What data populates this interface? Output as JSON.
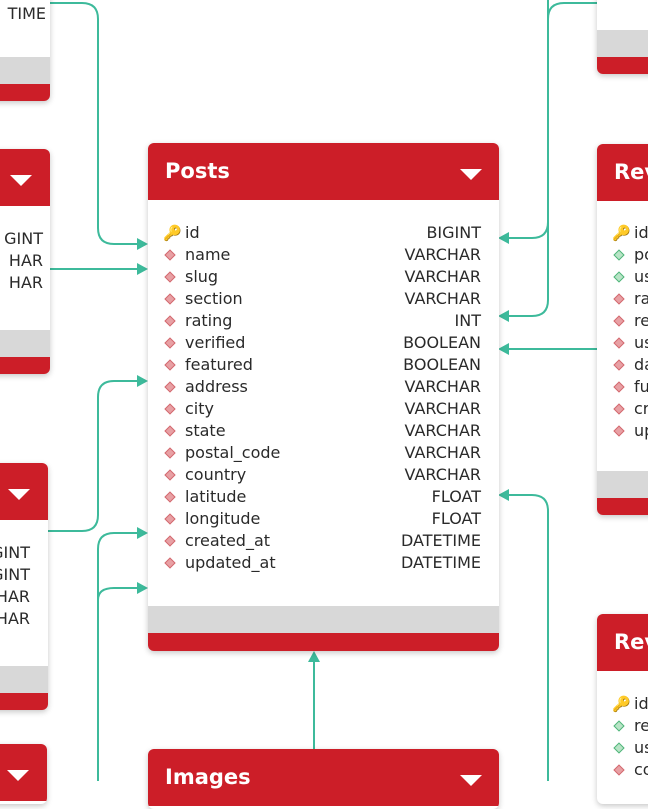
{
  "colors": {
    "header": "#cc1e28",
    "footer": "#d8d8d8",
    "connector": "#3dba9b",
    "key": "#e3a514"
  },
  "posts": {
    "title": "Posts",
    "fields": [
      {
        "name": "id",
        "type": "BIGINT",
        "icon": "key-icon"
      },
      {
        "name": "name",
        "type": "VARCHAR",
        "icon": "field-diamond-icon"
      },
      {
        "name": "slug",
        "type": "VARCHAR",
        "icon": "field-diamond-icon"
      },
      {
        "name": "section",
        "type": "VARCHAR",
        "icon": "field-diamond-icon"
      },
      {
        "name": "rating",
        "type": "INT",
        "icon": "field-diamond-icon"
      },
      {
        "name": "verified",
        "type": "BOOLEAN",
        "icon": "field-diamond-icon"
      },
      {
        "name": "featured",
        "type": "BOOLEAN",
        "icon": "field-diamond-icon"
      },
      {
        "name": "address",
        "type": "VARCHAR",
        "icon": "field-diamond-icon"
      },
      {
        "name": "city",
        "type": "VARCHAR",
        "icon": "field-diamond-icon"
      },
      {
        "name": "state",
        "type": "VARCHAR",
        "icon": "field-diamond-icon"
      },
      {
        "name": "postal_code",
        "type": "VARCHAR",
        "icon": "field-diamond-icon"
      },
      {
        "name": "country",
        "type": "VARCHAR",
        "icon": "field-diamond-icon"
      },
      {
        "name": "latitude",
        "type": "FLOAT",
        "icon": "field-diamond-icon"
      },
      {
        "name": "longitude",
        "type": "FLOAT",
        "icon": "field-diamond-icon"
      },
      {
        "name": "created_at",
        "type": "DATETIME",
        "icon": "field-diamond-icon"
      },
      {
        "name": "updated_at",
        "type": "DATETIME",
        "icon": "field-diamond-icon"
      }
    ]
  },
  "images": {
    "title": "Images"
  },
  "reviews_right_1": {
    "title": "Rev",
    "fields": [
      {
        "name": "id",
        "icon": "key-icon"
      },
      {
        "name": "po",
        "icon": "foreign-key-diamond-icon"
      },
      {
        "name": "us",
        "icon": "foreign-key-diamond-icon"
      },
      {
        "name": "ra",
        "icon": "field-diamond-icon"
      },
      {
        "name": "re",
        "icon": "field-diamond-icon"
      },
      {
        "name": "us",
        "icon": "field-diamond-icon"
      },
      {
        "name": "da",
        "icon": "field-diamond-icon"
      },
      {
        "name": "fu",
        "icon": "field-diamond-icon"
      },
      {
        "name": "cr",
        "icon": "field-diamond-icon"
      },
      {
        "name": "up",
        "icon": "field-diamond-icon"
      }
    ]
  },
  "reviews_right_2": {
    "title": "Rev",
    "fields": [
      {
        "name": "id",
        "icon": "key-icon"
      },
      {
        "name": "re",
        "icon": "foreign-key-diamond-icon"
      },
      {
        "name": "us",
        "icon": "foreign-key-diamond-icon"
      },
      {
        "name": "co",
        "icon": "field-diamond-icon"
      }
    ]
  },
  "left_top": {
    "types": [
      "TIME"
    ]
  },
  "left_mid": {
    "types": [
      "GINT",
      "HAR",
      "HAR"
    ]
  },
  "left_low": {
    "types": [
      "GINT",
      "GINT",
      "HAR",
      "HAR"
    ]
  }
}
